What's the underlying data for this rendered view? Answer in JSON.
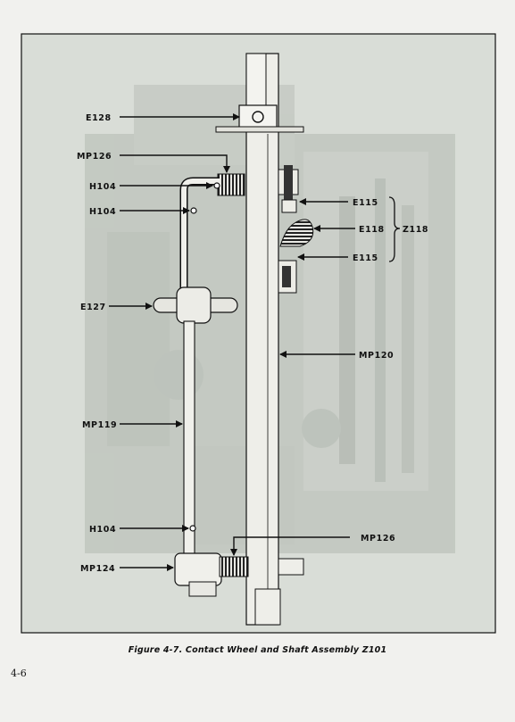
{
  "figure": {
    "caption": "Figure 4-7. Contact Wheel and Shaft Assembly Z101",
    "labels": {
      "e128": "E128",
      "mp126_top": "MP126",
      "h104_top": "H104",
      "h104_mid": "H104",
      "e127": "E127",
      "mp119": "MP119",
      "h104_bottom": "H104",
      "mp124": "MP124",
      "e115_top": "E115",
      "e118": "E118",
      "z118": "Z118",
      "e115_bottom": "E115",
      "mp120": "MP120",
      "mp126_bottom": "MP126"
    }
  },
  "page_number": "4-6"
}
